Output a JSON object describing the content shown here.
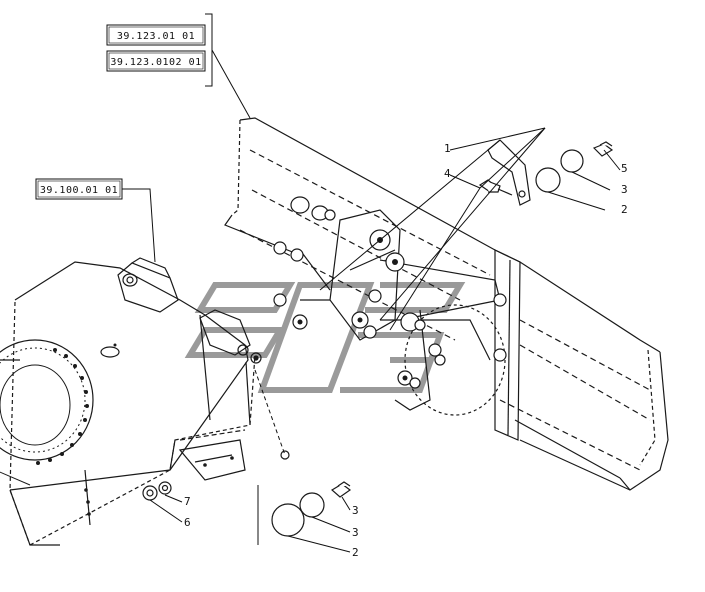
{
  "references": [
    {
      "id": "ref-1",
      "text": "39.123.01 01"
    },
    {
      "id": "ref-2",
      "text": "39.123.0102 01"
    },
    {
      "id": "ref-3",
      "text": "39.100.01 01"
    }
  ],
  "callouts": [
    {
      "id": "c1",
      "text": "1"
    },
    {
      "id": "c2",
      "text": "4"
    },
    {
      "id": "c3",
      "text": "5"
    },
    {
      "id": "c4",
      "text": "3"
    },
    {
      "id": "c5",
      "text": "2"
    },
    {
      "id": "c6",
      "text": "7"
    },
    {
      "id": "c7",
      "text": "6"
    },
    {
      "id": "c8",
      "text": "3"
    },
    {
      "id": "c9",
      "text": "3"
    },
    {
      "id": "c10",
      "text": "2"
    }
  ],
  "colors": {
    "line": "#1a1a1a",
    "watermark": "#9a9a9a",
    "background": "#ffffff"
  }
}
